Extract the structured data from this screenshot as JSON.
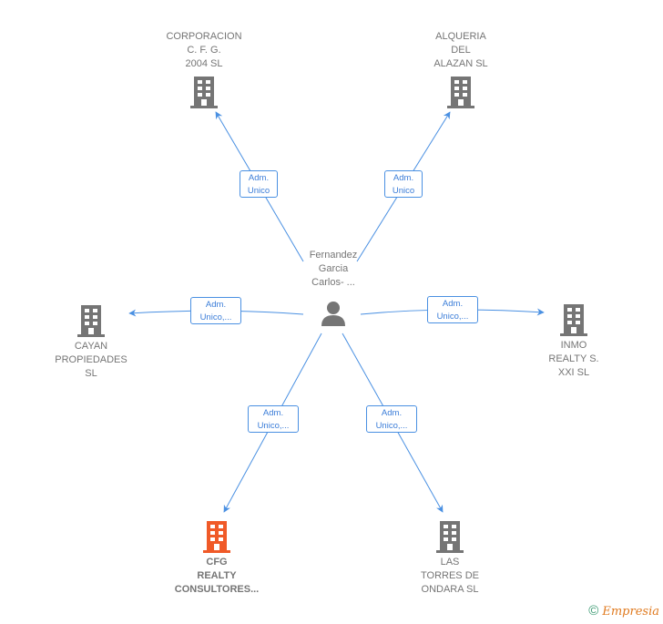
{
  "diagram": {
    "center": {
      "label": "Fernandez\nGarcia\nCarlos- ...",
      "icon": "person-icon"
    },
    "companies": [
      {
        "id": "corporacion",
        "label": "CORPORACION\nC.  F. G.\n2004  SL",
        "icon": "building-icon",
        "color": "#757575",
        "bold": false
      },
      {
        "id": "alqueria",
        "label": "ALQUERIA\nDEL\nALAZAN SL",
        "icon": "building-icon",
        "color": "#757575",
        "bold": false
      },
      {
        "id": "cayan",
        "label": "CAYAN\nPROPIEDADES\nSL",
        "icon": "building-icon",
        "color": "#757575",
        "bold": false
      },
      {
        "id": "inmo",
        "label": "INMO\nREALTY S.\nXXI  SL",
        "icon": "building-icon",
        "color": "#757575",
        "bold": false
      },
      {
        "id": "cfg",
        "label": "CFG\nREALTY\nCONSULTORES...",
        "icon": "building-icon",
        "color": "#f05a28",
        "bold": true
      },
      {
        "id": "las-torres",
        "label": "LAS\nTORRES DE\nONDARA SL",
        "icon": "building-icon",
        "color": "#757575",
        "bold": false
      }
    ],
    "relations": [
      {
        "to": "corporacion",
        "role": "Adm.\nUnico"
      },
      {
        "to": "alqueria",
        "role": "Adm.\nUnico"
      },
      {
        "to": "cayan",
        "role": "Adm.\nUnico,..."
      },
      {
        "to": "inmo",
        "role": "Adm.\nUnico,..."
      },
      {
        "to": "cfg",
        "role": "Adm.\nUnico,..."
      },
      {
        "to": "las-torres",
        "role": "Adm.\nUnico,..."
      }
    ],
    "edge_color": "#4a90e2"
  },
  "footer": {
    "copyright_symbol": "©",
    "brand": "Empresia"
  }
}
